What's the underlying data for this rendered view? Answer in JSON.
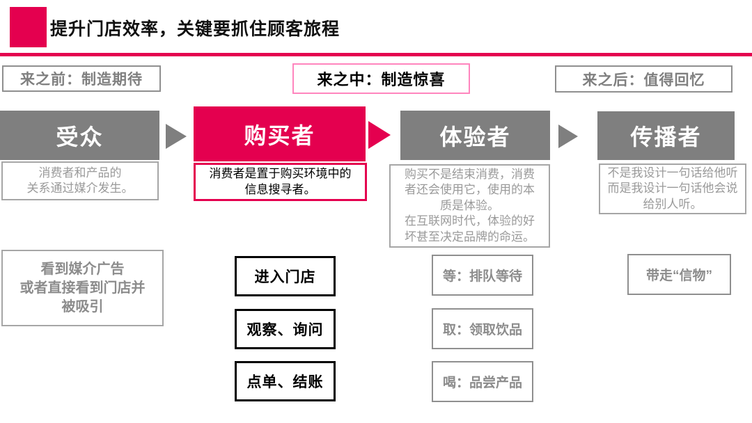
{
  "colors": {
    "accent_pink": "#E4004F",
    "light_pink_border": "#FF85BE",
    "stage_gray": "#7F7F7F",
    "text_gray": "#9A9A9A",
    "border_gray": "#A6A6A6",
    "title_black": "#111111"
  },
  "header": {
    "title": "提升门店效率，关键要抓住顾客旅程"
  },
  "stage_labels": [
    {
      "label": "来之前：制造期待",
      "highlight": false
    },
    {
      "label": "来之中：制造惊喜",
      "highlight": true
    },
    {
      "label": "来之后：值得回忆",
      "highlight": false
    }
  ],
  "columns": [
    {
      "header": "受众",
      "description": "消费者和产品的\n关系通过媒介发生。",
      "actions": [
        "看到媒介广告\n或者直接看到门店并\n被吸引"
      ]
    },
    {
      "header": "购买者",
      "description": "消费者是置于购买环境中的\n信息搜寻者。",
      "actions": [
        "进入门店",
        "观察、询问",
        "点单、结账"
      ]
    },
    {
      "header": "体验者",
      "description": "购买不是结束消费，消费\n者还会使用它，使用的本\n质是体验。\n在互联网时代，体验的好\n坏甚至决定品牌的命运。",
      "actions": [
        "等：排队等待",
        "取：领取饮品",
        "喝：品尝产品"
      ]
    },
    {
      "header": "传播者",
      "description": "不是我设计一句话给他听\n而是我设计一句话他会说\n给别人听。",
      "actions": [
        "带走“信物”"
      ]
    }
  ]
}
